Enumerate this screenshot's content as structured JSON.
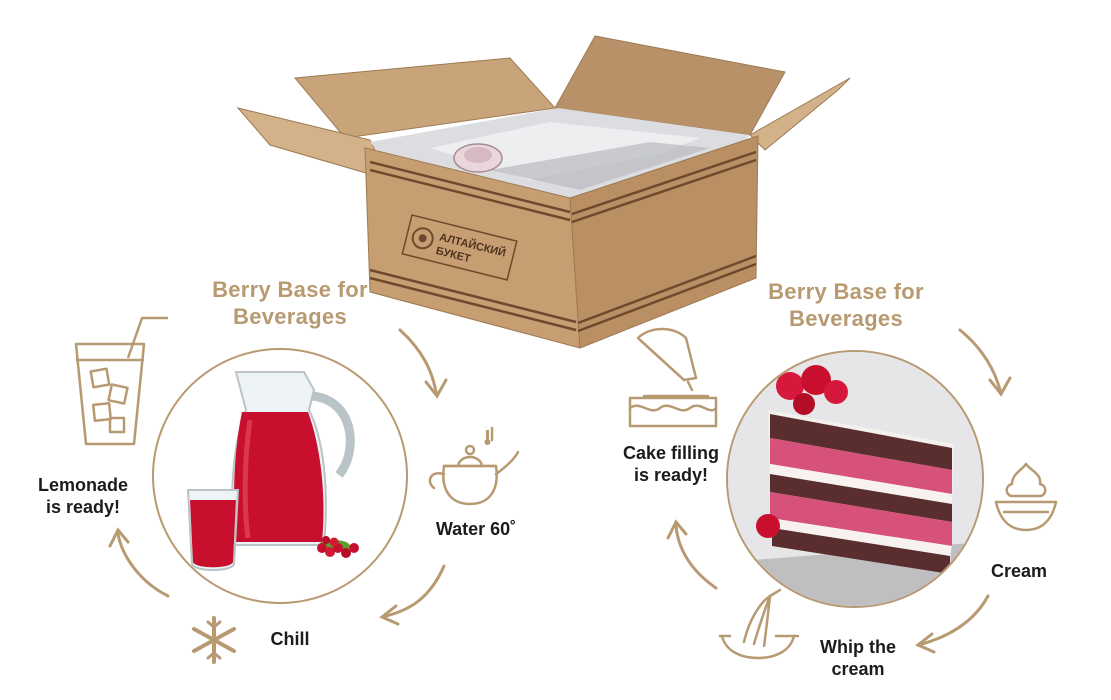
{
  "colors": {
    "accent": "#b89a72",
    "cardboard": "#c9a47a",
    "berry": "#c8102e",
    "sponge": "#d7527a"
  },
  "box": {
    "brand_line1": "АЛТАЙСКИЙ",
    "brand_line2": "БУКЕТ"
  },
  "left": {
    "heading_line1": "Berry Base for",
    "heading_line2": "Beverages",
    "steps": {
      "water": "Water 60˚",
      "chill": "Chill",
      "ready_line1": "Lemonade",
      "ready_line2": "is ready!"
    }
  },
  "right": {
    "heading_line1": "Berry Base for",
    "heading_line2": "Beverages",
    "steps": {
      "cream": "Cream",
      "whip_line1": "Whip the",
      "whip_line2": "cream",
      "ready_line1": "Cake filling",
      "ready_line2": "is ready!"
    }
  },
  "icons": {
    "glass": "iced-drink-glass-icon",
    "kettle": "teapot-icon",
    "snow": "snowflake-icon",
    "cake": "piping-bag-cake-icon",
    "cream": "cream-bowl-icon",
    "whisk": "whisk-bowl-icon"
  }
}
